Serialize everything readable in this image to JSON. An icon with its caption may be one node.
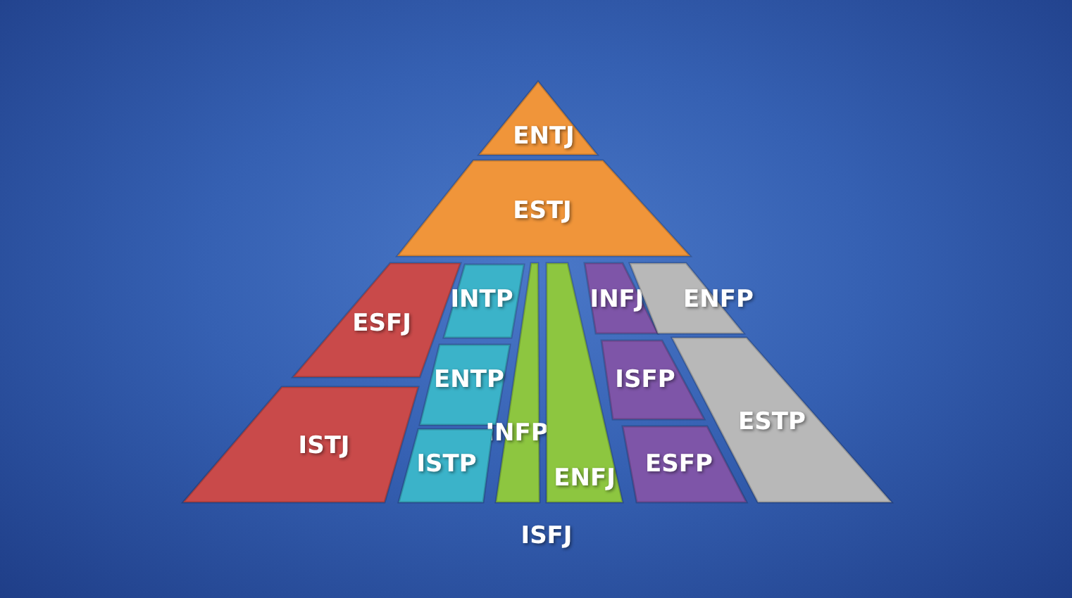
{
  "diagram": {
    "nodes": [
      {
        "text": [
          "ENTJ"
        ]
      },
      {
        "text": [
          "ESTJ"
        ]
      },
      {
        "text": [
          "ESFJ"
        ]
      },
      {
        "text": [
          "INTP"
        ]
      },
      {
        "text": [
          "INFJ"
        ]
      },
      {
        "text": [
          "ENFP"
        ]
      },
      {
        "text": [
          "ENTP"
        ]
      },
      {
        "text": [
          "ISFP"
        ]
      },
      {
        "text": [
          "ESTP"
        ]
      },
      {
        "text": [
          "ISTJ"
        ]
      },
      {
        "text": [
          "INFP"
        ]
      },
      {
        "text": [
          "ISTP"
        ]
      },
      {
        "text": [
          "ENFJ"
        ]
      },
      {
        "text": [
          "ESFP"
        ]
      }
    ],
    "labels": [
      "ISFJ"
    ]
  }
}
